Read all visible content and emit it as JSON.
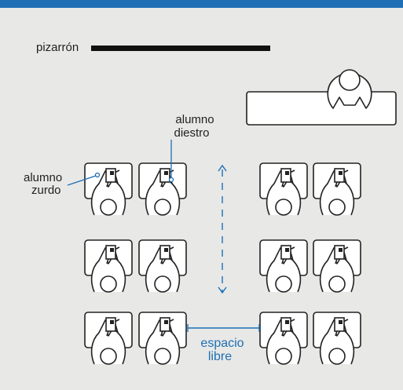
{
  "labels": {
    "board": "pizarrón",
    "right_handed": [
      "alumno",
      "diestro"
    ],
    "left_handed": [
      "alumno",
      "zurdo"
    ],
    "free_space": [
      "espacio",
      "libre"
    ]
  },
  "colors": {
    "background": "#e8e8e6",
    "top_bar": "#1e6fb5",
    "accent": "#1e6fb5",
    "ink": "#222222",
    "desk_fill": "#ffffff"
  },
  "icons": {
    "teacher": "teacher-desk-figure-icon",
    "student": "student-at-desk-icon"
  }
}
